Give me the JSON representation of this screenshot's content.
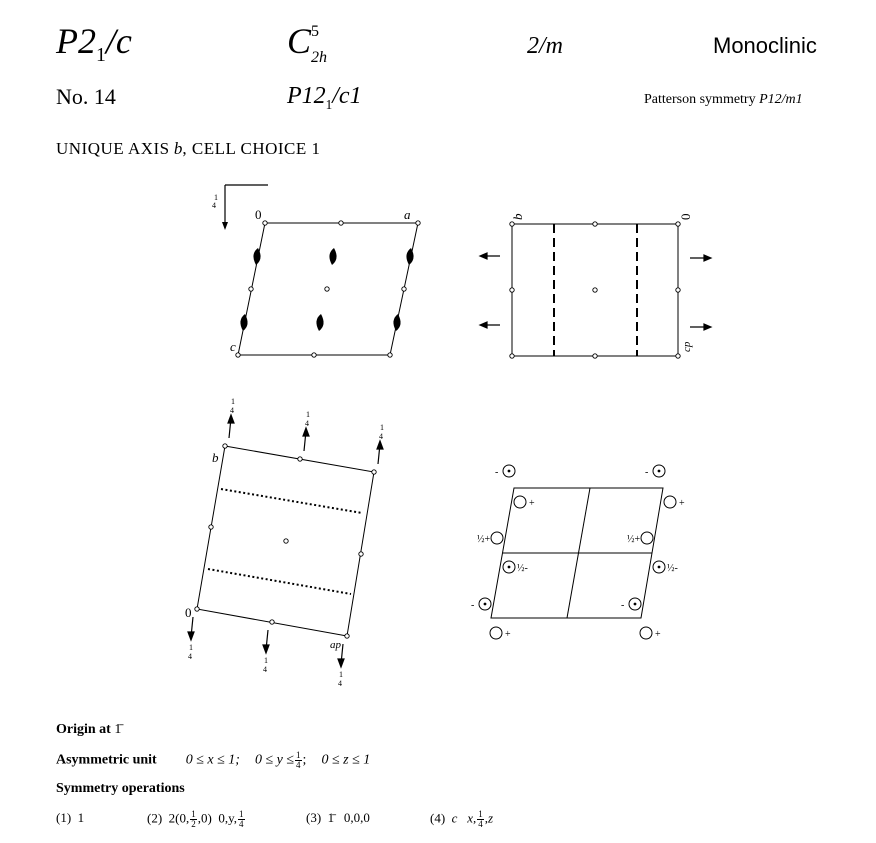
{
  "header": {
    "symbol_base": "P2",
    "symbol_sub": "1",
    "symbol_end": "/c",
    "schoenflies_base": "C",
    "schoenflies_sup": "5",
    "schoenflies_sub": "2h",
    "point_group": "2/m",
    "crystal_system": "Monoclinic",
    "number": "No. 14",
    "full_symbol_base": "P12",
    "full_symbol_sub": "1",
    "full_symbol_end": "/c1",
    "patterson_label": "Patterson symmetry",
    "patterson_symbol": "P12/m1"
  },
  "setting": {
    "label": "UNIQUE AXIS",
    "axis": "b",
    "cell_label": ", CELL CHOICE 1"
  },
  "diagrams": {
    "d1": {
      "origin": "0",
      "axis_a": "a",
      "axis_c": "c",
      "quarter": "1/4"
    },
    "d2": {
      "axis_b": "b",
      "origin": "0",
      "axis_c": "cp"
    },
    "d3": {
      "axis_b": "b",
      "origin": "0",
      "axis_a": "ap",
      "quarter": "1/4"
    },
    "d4": {
      "minus": "-",
      "plus": "+",
      "half_plus": "½+",
      "half_minus": "½-"
    }
  },
  "origin": {
    "label": "Origin at",
    "value": "1̄"
  },
  "asym": {
    "label": "Asymmetric unit",
    "x_range": "0 ≤ x ≤ 1;",
    "y_range_pre": "0 ≤ y ≤",
    "y_num": "1",
    "y_den": "4",
    "z_range": "0 ≤ z ≤ 1"
  },
  "symops": {
    "label": "Symmetry operations",
    "op1_num": "(1)",
    "op1_sym": "1",
    "op2_num": "(2)",
    "op2_sym": "2(0,",
    "op2_frac_n": "1",
    "op2_frac_d": "2",
    "op2_end": ",0)",
    "op2_loc": "0,y,",
    "op2_loc_n": "1",
    "op2_loc_d": "4",
    "op3_num": "(3)",
    "op3_sym": "1̄",
    "op3_loc": "0,0,0",
    "op4_num": "(4)",
    "op4_sym": "c",
    "op4_loc_pre": "x,",
    "op4_loc_n": "1",
    "op4_loc_d": "4",
    "op4_loc_end": ",z"
  }
}
